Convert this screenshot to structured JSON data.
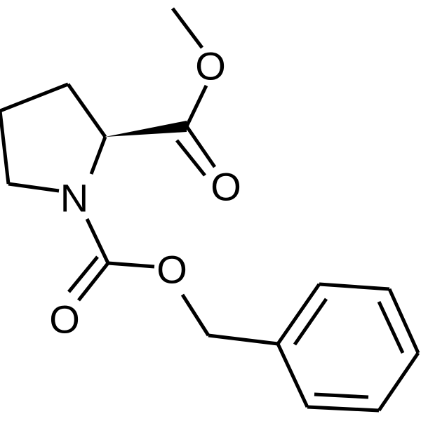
{
  "molecule": {
    "atoms": {
      "methyl_ester_oxygen": "O",
      "carbonyl_oxygen_ester": "O",
      "ring_nitrogen": "N",
      "carbamate_oxygen": "O",
      "carbamate_carbonyl_oxygen": "O"
    }
  },
  "colors": {
    "bond": "#000000",
    "label": "#000000",
    "background": "#ffffff"
  }
}
